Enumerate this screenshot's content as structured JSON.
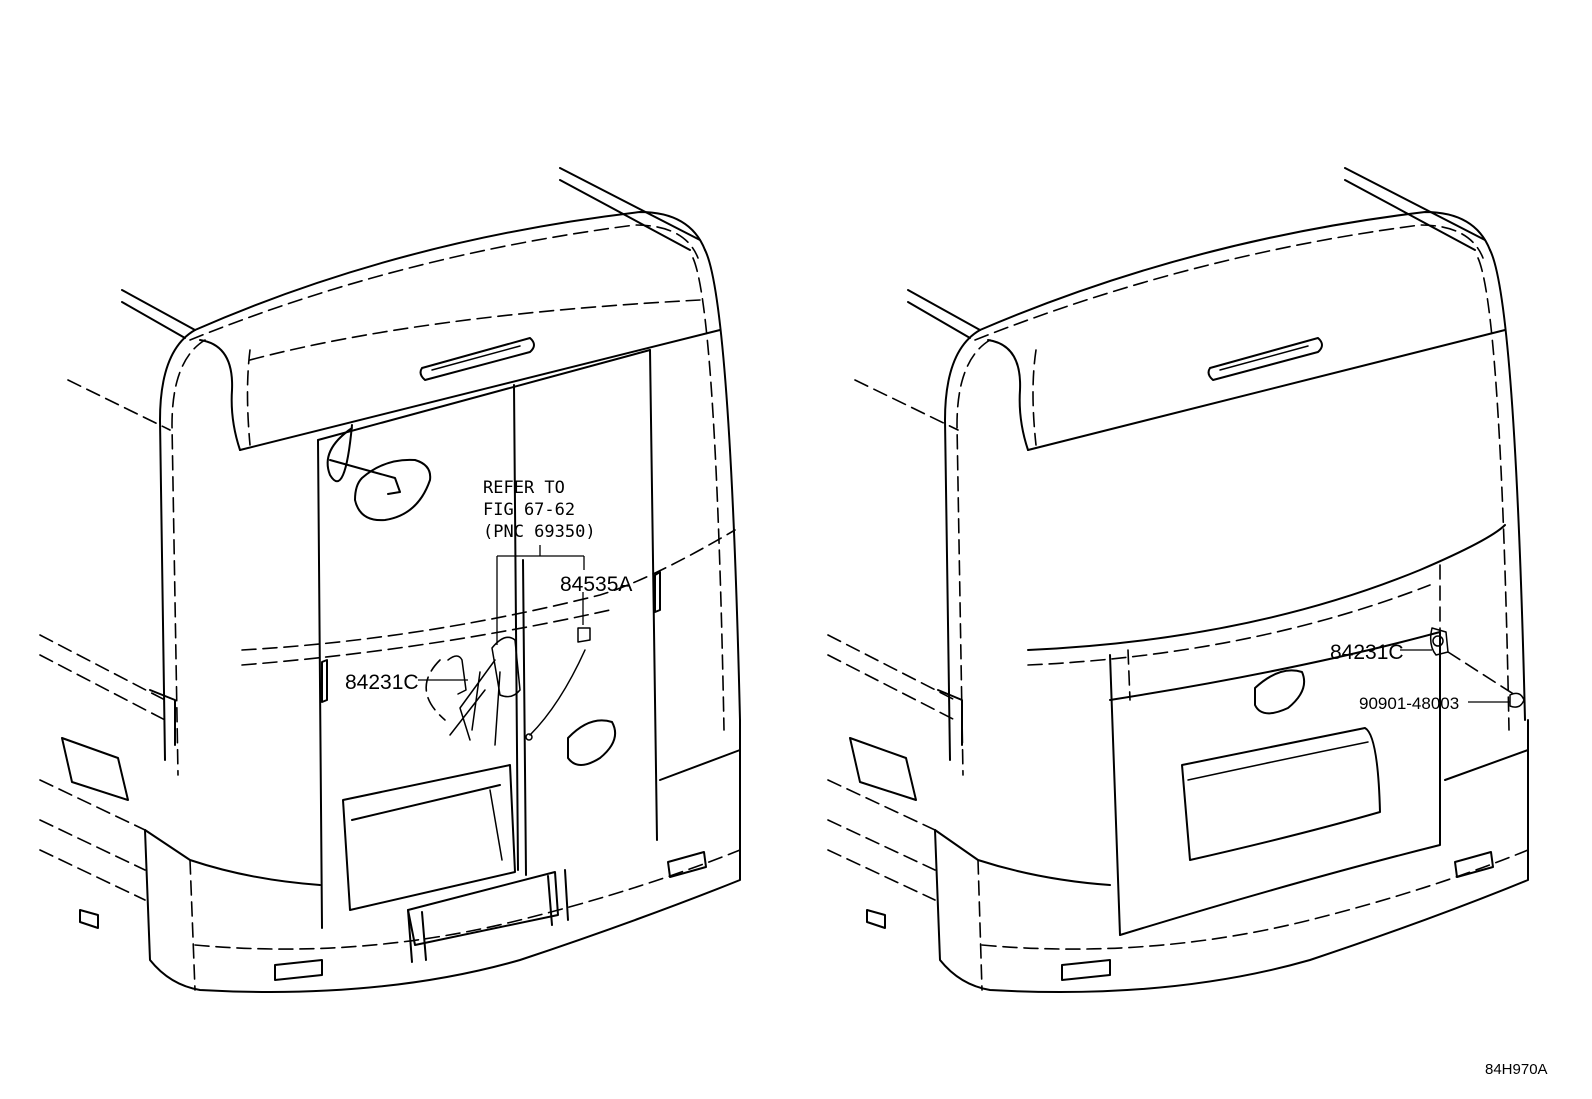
{
  "left_view": {
    "note_lines": [
      "REFER TO",
      "FIG 67-62",
      "(PNC 69350)"
    ],
    "callouts": [
      "84535A",
      "84231C"
    ]
  },
  "right_view": {
    "callouts": [
      "84231C",
      "90901-48003"
    ]
  },
  "figure_code": "84H970A"
}
